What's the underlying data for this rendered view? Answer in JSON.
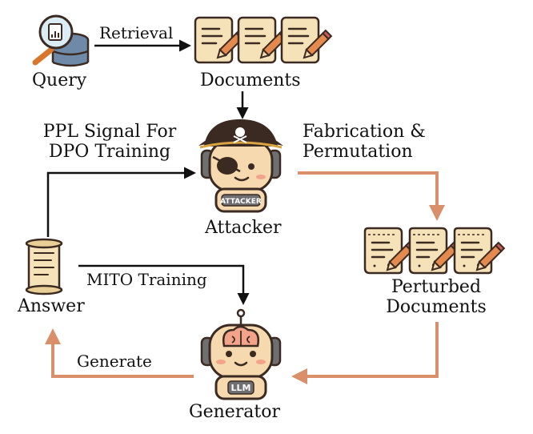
{
  "nodes": {
    "query": "Query",
    "documents": "Documents",
    "attacker": "Attacker",
    "perturbed_line1": "Perturbed",
    "perturbed_line2": "Documents",
    "answer": "Answer",
    "generator": "Generator"
  },
  "edges": {
    "retrieval": "Retrieval",
    "ppl_line1": "PPL Signal For",
    "ppl_line2": "DPO Training",
    "fabrication_line1": "Fabrication &",
    "fabrication_line2": "Permutation",
    "mito": "MITO Training",
    "generate": "Generate"
  },
  "badges": {
    "attacker": "ATTACKER",
    "generator": "LLM"
  },
  "colors": {
    "black_arrow": "#111111",
    "orange_arrow": "#d9906a",
    "paper": "#f6e2b8",
    "pencil": "#e58a4e",
    "skin": "#f7d9b0",
    "hat": "#3a2a22",
    "headphone": "#6f6f72"
  }
}
